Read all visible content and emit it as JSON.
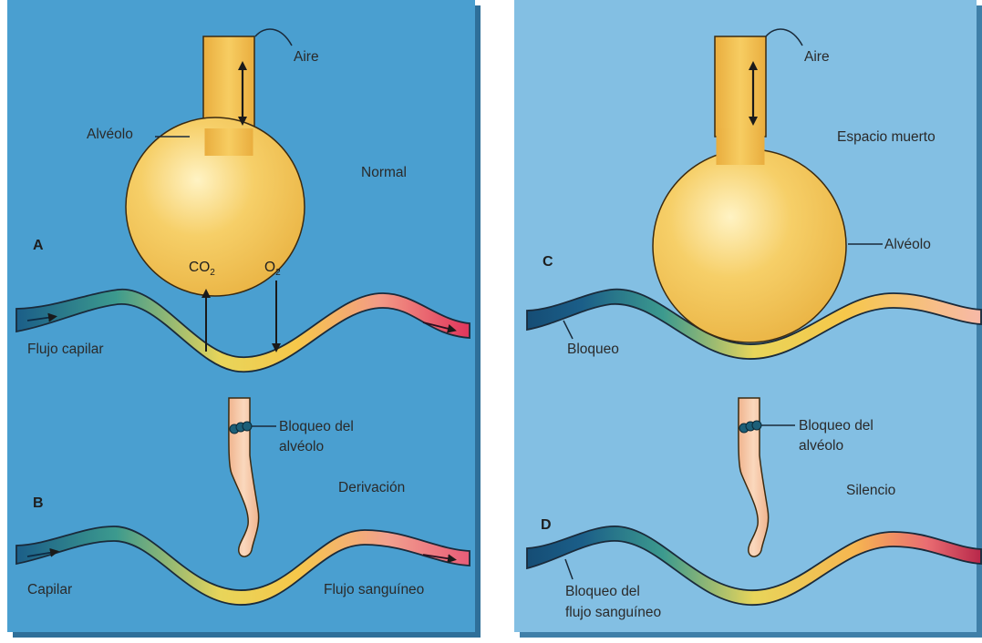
{
  "panel_left": {
    "A": {
      "letter": "A",
      "air": "Aire",
      "alveolo": "Alvéolo",
      "state": "Normal",
      "co2_base": "CO",
      "co2_sub": "2",
      "o2_base": "O",
      "o2_sub": "2",
      "flow": "Flujo capilar"
    },
    "B": {
      "letter": "B",
      "block_line1": "Bloqueo del",
      "block_line2": "alvéolo",
      "state": "Derivación",
      "capillary": "Capilar",
      "flow": "Flujo sanguíneo"
    }
  },
  "panel_right": {
    "C": {
      "letter": "C",
      "air": "Aire",
      "state": "Espacio muerto",
      "alveolo": "Alvéolo",
      "block": "Bloqueo"
    },
    "D": {
      "letter": "D",
      "block_line1": "Bloqueo del",
      "block_line2": "alvéolo",
      "state": "Silencio",
      "flow_block_line1": "Bloqueo del",
      "flow_block_line2": "flujo sanguíneo"
    }
  },
  "colors": {
    "panel_left_bg": "#4a9fd0",
    "panel_right_bg": "#83bfe3",
    "alveolus": "#f2c14e",
    "duct": "#f0b94c",
    "vessel_venous": "#1b5e88",
    "vessel_capillary": "#f4d24a",
    "vessel_arterial": "#e0355c",
    "blocked_duct": "#f5c7a6"
  }
}
